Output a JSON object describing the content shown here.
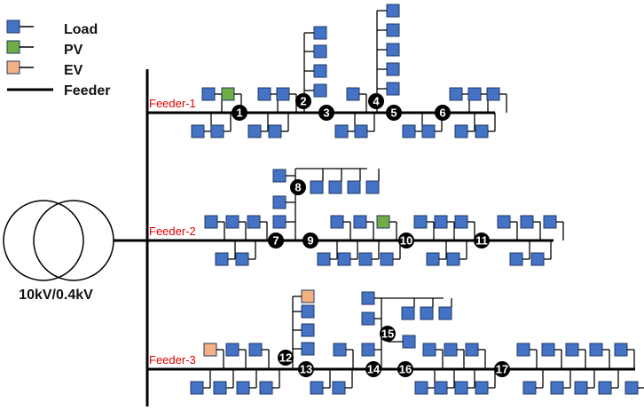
{
  "legend": {
    "load": "Load",
    "pv": "PV",
    "ev": "EV",
    "feeder": "Feeder"
  },
  "transformer": {
    "label": "10kV/0.4kV"
  },
  "feeders": [
    "Feeder-1",
    "Feeder-2",
    "Feeder-3"
  ],
  "nodes": [
    "1",
    "2",
    "3",
    "4",
    "5",
    "6",
    "7",
    "8",
    "9",
    "10",
    "11",
    "12",
    "13",
    "14",
    "15",
    "16",
    "17"
  ],
  "colors": {
    "load": "#4472c4",
    "pv": "#70ad47",
    "ev": "#f4b183",
    "line": "#000000",
    "feeder_text": "#e00000"
  }
}
